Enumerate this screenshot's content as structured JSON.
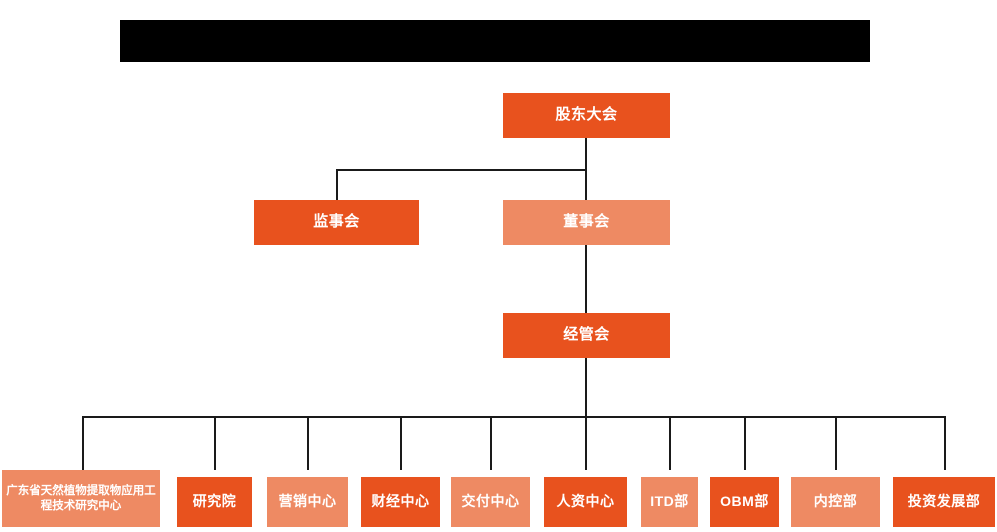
{
  "chart": {
    "type": "org-chart",
    "title_banner": "",
    "colors": {
      "dark_orange": "#E8521E",
      "light_orange": "#EE8A63",
      "line": "#1a1a1a",
      "background": "#FFFFFF",
      "banner": "#000000",
      "text": "#FFFFFF"
    },
    "levels": [
      {
        "level": 1,
        "nodes": [
          {
            "id": "shareholders",
            "label": "股东大会",
            "tone": "dark"
          }
        ]
      },
      {
        "level": 2,
        "nodes": [
          {
            "id": "supervisors",
            "label": "监事会",
            "tone": "dark"
          },
          {
            "id": "directors",
            "label": "董事会",
            "tone": "light"
          }
        ]
      },
      {
        "level": 3,
        "nodes": [
          {
            "id": "management",
            "label": "经管会",
            "tone": "dark"
          }
        ]
      },
      {
        "level": 4,
        "nodes": [
          {
            "id": "research-center",
            "label": "广东省天然植物提取物应用工程技术研究中心",
            "tone": "light"
          },
          {
            "id": "institute",
            "label": "研究院",
            "tone": "dark"
          },
          {
            "id": "marketing",
            "label": "营销中心",
            "tone": "light"
          },
          {
            "id": "finance",
            "label": "财经中心",
            "tone": "dark"
          },
          {
            "id": "delivery",
            "label": "交付中心",
            "tone": "light"
          },
          {
            "id": "hr",
            "label": "人资中心",
            "tone": "dark"
          },
          {
            "id": "itd",
            "label": "ITD部",
            "tone": "light"
          },
          {
            "id": "obm",
            "label": "OBM部",
            "tone": "dark"
          },
          {
            "id": "internal-control",
            "label": "内控部",
            "tone": "light"
          },
          {
            "id": "investment",
            "label": "投资发展部",
            "tone": "dark"
          }
        ]
      }
    ]
  }
}
